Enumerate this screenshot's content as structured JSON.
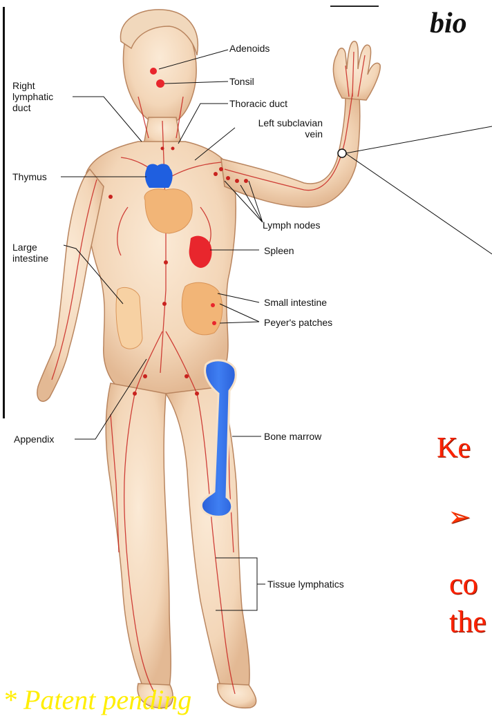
{
  "labels": {
    "adenoids": "Adenoids",
    "tonsil": "Tonsil",
    "right_lymphatic_duct": "Right\nlymphatic\nduct",
    "thoracic_duct": "Thoracic duct",
    "left_subclavian_vein": "Left subclavian\nvein",
    "thymus": "Thymus",
    "lymph_nodes": "Lymph nodes",
    "spleen": "Spleen",
    "large_intestine": "Large\nintestine",
    "small_intestine": "Small intestine",
    "peyers_patches": "Peyer's patches",
    "appendix": "Appendix",
    "bone_marrow": "Bone marrow",
    "tissue_lymphatics": "Tissue lymphatics"
  },
  "slide": {
    "title_fragment": "bio",
    "key_fragment": "Ke",
    "bullet_arrow": "➢",
    "line2_fragment": "co",
    "line3_fragment": "the",
    "footnote": "* Patent pending"
  },
  "colors": {
    "organ_blue": "#1f5fe0",
    "organ_red": "#e8262d",
    "skin": "#f6dcc0",
    "vessel": "#c8231f",
    "accent_text": "#ff2200",
    "footnote": "#ffee00"
  }
}
